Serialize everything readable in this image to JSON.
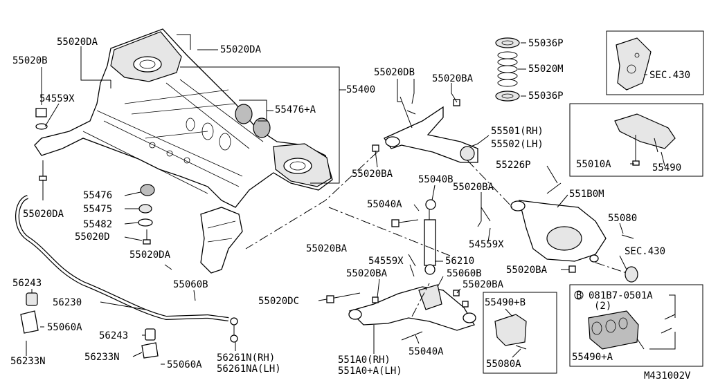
{
  "labels": {
    "p55020DA_top": "55020DA",
    "p55020DA_top2": "55020DA",
    "p55020B": "55020B",
    "p54559X_l": "54559X",
    "p55400": "55400",
    "p55476A": "55476+A",
    "p55020DA_l": "55020DA",
    "p55476": "55476",
    "p55475": "55475",
    "p55482": "55482",
    "p55020D": "55020D",
    "p55020DA_m": "55020DA",
    "p55060B_l": "55060B",
    "p56243_l": "56243",
    "p56230": "56230",
    "p55060A_l": "55060A",
    "p56243_b": "56243",
    "p56233N_l": "56233N",
    "p56233N_b": "56233N",
    "p55060A_b": "55060A",
    "p56261N": "56261N(RH)",
    "p56261NA": "56261NA(LH)",
    "p55020DB": "55020DB",
    "p55020BA_1": "55020BA",
    "p55501": "55501(RH)",
    "p55502": "55502(LH)",
    "p55020BA_2": "55020BA",
    "p55036P_t": "55036P",
    "p55020M": "55020M",
    "p55036P_b": "55036P",
    "sec430_t": "SEC.430",
    "p55010A": "55010A",
    "p55490": "55490",
    "p55226P": "55226P",
    "p55040B": "55040B",
    "p55020BA_3": "55020BA",
    "p551B0M": "551B0M",
    "p55040A_m": "55040A",
    "p55080": "55080",
    "p54559X_m": "54559X",
    "sec430_m": "SEC.430",
    "p55020BA_4": "55020BA",
    "p54559X_c": "54559X",
    "p56210": "56210",
    "p55020BA_5": "55020BA",
    "p55060B_r": "55060B",
    "p55020BA_6": "55020BA",
    "p55020BA_7": "55020BA",
    "p55020DC": "55020DC",
    "p55490B": "55490+B",
    "p551A0": "551A0(RH)",
    "p551A0A": "551A0+A(LH)",
    "p55040A_b": "55040A",
    "p55080A": "55080A",
    "b_marker": "B",
    "p081B7": "081B7-0501A",
    "p081B7_qty": "(2)",
    "p55490A": "55490+A",
    "diagram_id": "M431002V"
  }
}
